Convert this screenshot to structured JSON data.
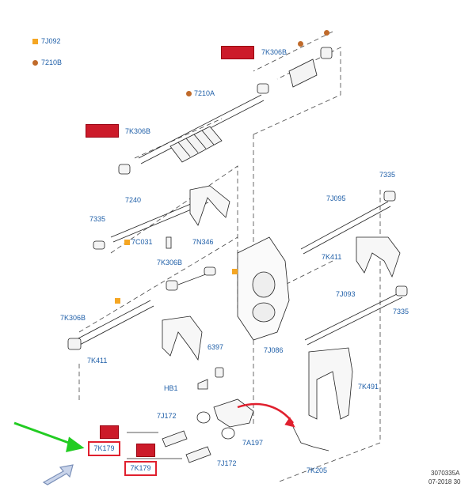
{
  "legend": {
    "square_code": "7J092",
    "circle_code": "7210B"
  },
  "colors": {
    "label_blue": "#1f5fa8",
    "highlight_red": "#cc1b2a",
    "arrow_green": "#22cc22",
    "marker_orange": "#f5a623",
    "marker_brown": "#c06a2a"
  },
  "parts": {
    "p7K306B_top": "7K306B",
    "p7210A": "7210A",
    "p7K306B_left": "7K306B",
    "p7240": "7240",
    "p7335_left": "7335",
    "p7C031": "7C031",
    "p7N346": "7N346",
    "p7K306B_mid": "7K306B",
    "p7K306B_low": "7K306B",
    "p7K411_left": "7K411",
    "p6397": "6397",
    "pHB1": "HB1",
    "p7J172_top": "7J172",
    "p7A197": "7A197",
    "p7J172_bottom": "7J172",
    "p7K205": "7K205",
    "p7J086": "7J086",
    "p7335_right_top": "7335",
    "p7J095": "7J095",
    "p7K411_right": "7K411",
    "p7J093": "7J093",
    "p7335_right_low": "7335",
    "p7K491": "7K491"
  },
  "highlighted": {
    "k179_top": "7K179",
    "k179_bottom": "7K179"
  },
  "figure_code": {
    "line1": "3070335A",
    "line2": "07-2018 30"
  }
}
